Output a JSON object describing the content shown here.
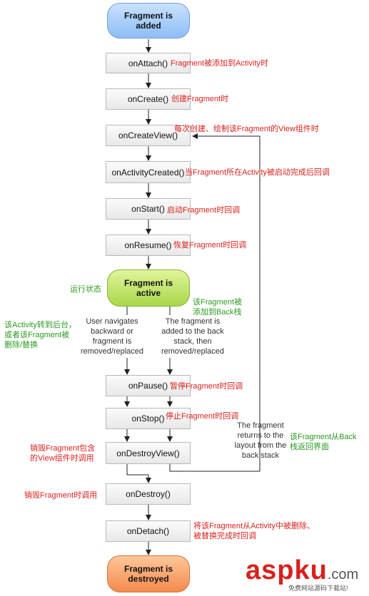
{
  "start": "Fragment is\nadded",
  "active": "Fragment is\nactive",
  "end": "Fragment is\ndestroyed",
  "steps": [
    "onAttach()",
    "onCreate()",
    "onCreateView()",
    "onActivityCreated()",
    "onStart()",
    "onResume()",
    "onPause()",
    "onStop()",
    "onDestroyView()",
    "onDestroy()",
    "onDetach()"
  ],
  "notes": {
    "attach": "Fragment被添加到Activity时",
    "create": "创建Fragment时",
    "create_view": "每次创建、绘制该Fragment的View组件时",
    "activity_created": "当Fragment所在Activity被启动完成后回调",
    "start": "启动Fragment时回调",
    "resume": "恢复Fragment时回调",
    "running": "运行状态",
    "to_back_stack": "该Fragment被\n添加到Back栈",
    "to_background": "该Activity转到后台，\n或者该Fragment被\n删除/替换",
    "pause": "暂停Fragment时回调",
    "stop": "停止Fragment时回调",
    "destroy_view": "销毁Fragment包含\n的View组件时调用",
    "back_stack_return": "该Fragment从Back\n栈返回界面",
    "destroy": "销毁Fragment时调用",
    "detach": "将该Fragment从Activity中被删除、\n被替换完成时回调"
  },
  "labels": {
    "user_navigates": "User navigates\nbackward or\nfragment is\nremoved/replaced",
    "added_to_back_stack": "The fragment is\nadded to the back\nstack, then\nremoved/replaced",
    "returns": "The fragment\nreturns to the\nlayout from the\nback stack"
  },
  "watermark": {
    "brand": "aspku",
    "domain": ".com",
    "subtitle": "免费网站源码下载站!"
  },
  "colors": {
    "annotation_red": "#d9211c",
    "annotation_green": "#2c9b1f",
    "start_blue": "#8dbdf6",
    "active_green": "#a9d64a",
    "end_orange": "#f48a4c"
  }
}
